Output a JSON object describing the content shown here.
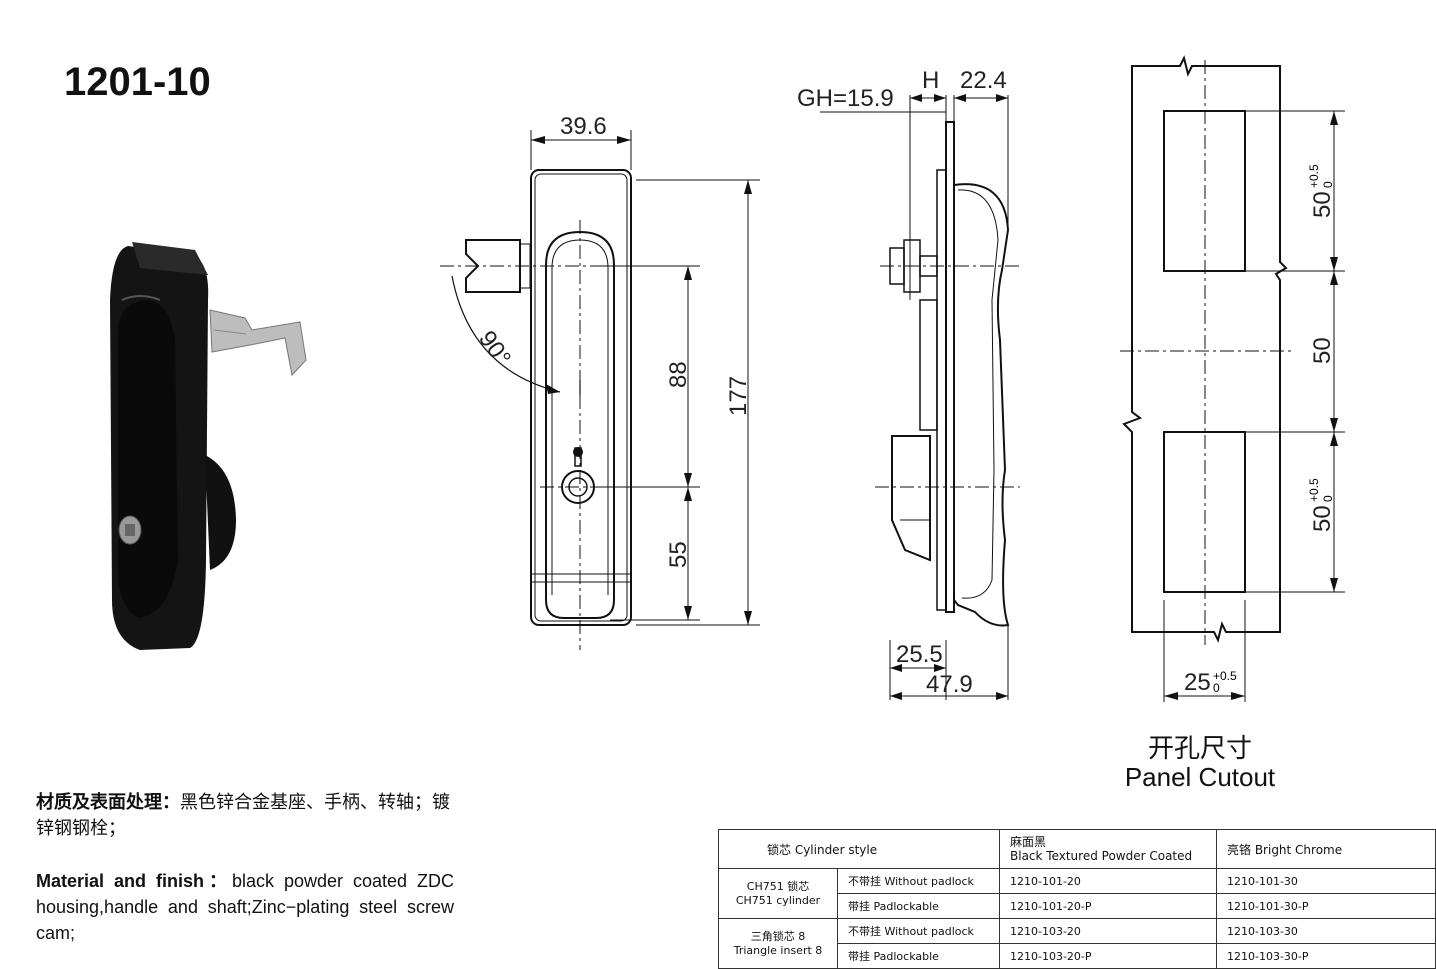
{
  "title": "1201-10",
  "dimensions": {
    "front_width": "39.6",
    "height_88": "88",
    "height_177": "177",
    "height_55": "55",
    "angle": "90°",
    "gh": "GH=15.9",
    "h": "H",
    "side_22_4": "22.4",
    "side_25_5": "25.5",
    "side_47_9": "47.9",
    "cut_50_top": "50",
    "cut_50_mid": "50",
    "cut_50_bot": "50",
    "tol": "+0.5",
    "tol_zero": "0",
    "cut_width": "25"
  },
  "cutout": {
    "label_cn": "开孔尺寸",
    "label_en": "Panel Cutout"
  },
  "description": {
    "cn_label": "材质及表面处理：",
    "cn_text": "黑色锌合金基座、手柄、转轴；镀锌钢钢栓；",
    "en_label": "Material and finish：",
    "en_text": "black powder coated ZDC housing,handle and shaft;Zinc−plating steel screw cam;"
  },
  "table": {
    "headers": [
      "锁芯 Cylinder style",
      "麻面黑\nBlack Textured Powder Coated",
      "亮铬 Bright Chrome"
    ],
    "groups": [
      {
        "cylinder_cn": "CH751 锁芯",
        "cylinder_en": "CH751 cylinder",
        "rows": [
          {
            "option": "不带挂 Without padlock",
            "black": "1210-101-20",
            "chrome": "1210-101-30"
          },
          {
            "option": "带挂 Padlockable",
            "black": "1210-101-20-P",
            "chrome": "1210-101-30-P"
          }
        ]
      },
      {
        "cylinder_cn": "三角锁芯 8",
        "cylinder_en": "Triangle insert 8",
        "rows": [
          {
            "option": "不带挂 Without padlock",
            "black": "1210-103-20",
            "chrome": "1210-103-30"
          },
          {
            "option": "带挂 Padlockable",
            "black": "1210-103-20-P",
            "chrome": "1210-103-30-P"
          }
        ]
      }
    ]
  }
}
